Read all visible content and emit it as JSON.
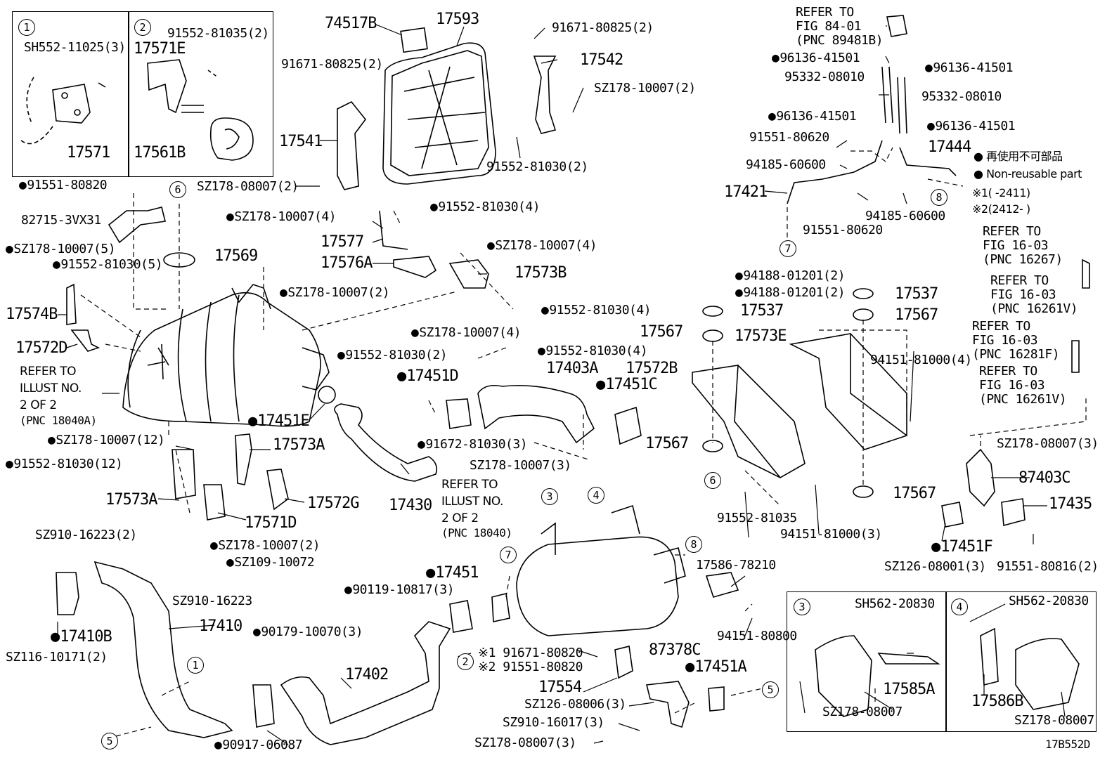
{
  "legend": {
    "nonreusable_jp": "再使用不可部品",
    "nonreusable_en": "Non-reusable part",
    "range1": "※1(     -2411)",
    "range2": "※2(2412-     )"
  },
  "diagram_code": "17B552D",
  "callouts": [
    "1",
    "2",
    "3",
    "4",
    "5",
    "6",
    "7",
    "8"
  ],
  "inset1": {
    "part_bolt": "SH552-11025(3)",
    "part_bracket": "17571"
  },
  "inset2": {
    "part_bolt": "91552-81035(2)",
    "part_bracket": "17571E",
    "part_mount": "17561B"
  },
  "inset3": {
    "part_bolt": "SH562-20830",
    "part_bracket": "17585A",
    "part_nut": "SZ178-08007"
  },
  "inset4": {
    "part_bolt": "SH562-20830",
    "part_bracket": "17586B",
    "part_nut": "SZ178-08007"
  },
  "parts": {
    "p74517B": "74517B",
    "p17593": "17593",
    "p91671_80825_a": "91671-80825(2)",
    "p91671_80825_b": "91671-80825(2)",
    "p17542": "17542",
    "pSZ178_10007_2a": "SZ178-10007(2)",
    "p17541": "17541",
    "p91552_81030_2a": "91552-81030(2)",
    "pSZ178_08007_2": "SZ178-08007(2)",
    "p91551_80820": "91551-80820",
    "p82715_3VX31": "82715-3VX31",
    "pSZ178_10007_4a": "SZ178-10007(4)",
    "p91552_81030_4a": "91552-81030(4)",
    "p17577": "17577",
    "pSZ178_10007_5": "SZ178-10007(5)",
    "p91552_81030_5": "91552-81030(5)",
    "p17569": "17569",
    "p17576A": "17576A",
    "pSZ178_10007_4b": "SZ178-10007(4)",
    "p17573B": "17573B",
    "p17574B": "17574B",
    "pSZ178_10007_2b": "SZ178-10007(2)",
    "p91552_81030_4b": "91552-81030(4)",
    "p17572D": "17572D",
    "pSZ178_10007_4c": "SZ178-10007(4)",
    "p91552_81030_4c": "91552-81030(4)",
    "p91552_81030_2b": "91552-81030(2)",
    "p17451D": "17451D",
    "p17403A": "17403A",
    "p17451C": "17451C",
    "refer_illust_a": [
      "REFER TO",
      "ILLUST NO.",
      "2 OF 2",
      "(PNC 18040A)"
    ],
    "p17451E": "17451E",
    "pSZ178_10007_12": "SZ178-10007(12)",
    "p17573A_a": "17573A",
    "p91672_81030_3": "91672-81030(3)",
    "p91552_81030_12": "91552-81030(12)",
    "pSZ178_10007_3": "SZ178-10007(3)",
    "refer_illust_b": [
      "REFER TO",
      "ILLUST NO.",
      "2 OF 2",
      "(PNC 18040)"
    ],
    "p17430": "17430",
    "p17573A_b": "17573A",
    "p17572G": "17572G",
    "p17571D": "17571D",
    "pSZ910_16223_2": "SZ910-16223(2)",
    "pSZ178_10007_2c": "SZ178-10007(2)",
    "pSZ109_10072": "SZ109-10072",
    "pSZ910_16223": "SZ910-16223",
    "p17410": "17410",
    "p17410B": "17410B",
    "pSZ116_10171_2": "SZ116-10171(2)",
    "p90917_06087": "90917-06087",
    "p90179_10070_3": "90179-10070(3)",
    "p90119_10817_3": "90119-10817(3)",
    "p17451": "17451",
    "p17402": "17402",
    "p91671_80820": "※1 91671-80820",
    "p91551_80820_b": "※2 91551-80820",
    "p17554": "17554",
    "p87378C": "87378C",
    "p17451A": "17451A",
    "pSZ126_08006_3": "SZ126-08006(3)",
    "pSZ910_16017_3": "SZ910-16017(3)",
    "pSZ178_08007_3b": "SZ178-08007(3)",
    "p17586_78210": "17586-78210",
    "p94151_80800": "94151-80800",
    "refer_fig84": [
      "REFER TO",
      "FIG 84-01",
      "(PNC 89481B)"
    ],
    "p96136_41501_a": "96136-41501",
    "p96136_41501_b": "96136-41501",
    "p95332_08010_a": "95332-08010",
    "p95332_08010_b": "95332-08010",
    "p96136_41501_c": "96136-41501",
    "p96136_41501_d": "96136-41501",
    "p91551_80620_a": "91551-80620",
    "p17444": "17444",
    "p94185_60600_a": "94185-60600",
    "p17421": "17421",
    "p94185_60600_b": "94185-60600",
    "p91551_80620_b": "91551-80620",
    "refer_fig16_a": [
      "REFER TO",
      "FIG 16-03",
      "(PNC 16267)"
    ],
    "refer_fig16_b": [
      "REFER TO",
      "FIG 16-03",
      "(PNC 16261V)"
    ],
    "refer_fig16_c": [
      "REFER TO",
      "FIG 16-03",
      "(PNC 16281F)"
    ],
    "refer_fig16_d": [
      "REFER TO",
      "FIG 16-03",
      "(PNC 16261V)"
    ],
    "p94188_01201_a": "94188-01201(2)",
    "p94188_01201_b": "94188-01201(2)",
    "p17537_a": "17537",
    "p17537_b": "17537",
    "p17567_a": "17567",
    "p17567_b": "17567",
    "p17573E": "17573E",
    "p17572B": "17572B",
    "p94151_81000_4": "94151-81000(4)",
    "p17567_c": "17567",
    "p17567_d": "17567",
    "p91552_81035": "91552-81035",
    "p94151_81000_3": "94151-81000(3)",
    "pSZ178_08007_3a": "SZ178-08007(3)",
    "p87403C": "87403C",
    "p17435": "17435",
    "p17451F": "17451F",
    "pSZ126_08001_3": "SZ126-08001(3)",
    "p91551_80816_2": "91551-80816(2)"
  }
}
